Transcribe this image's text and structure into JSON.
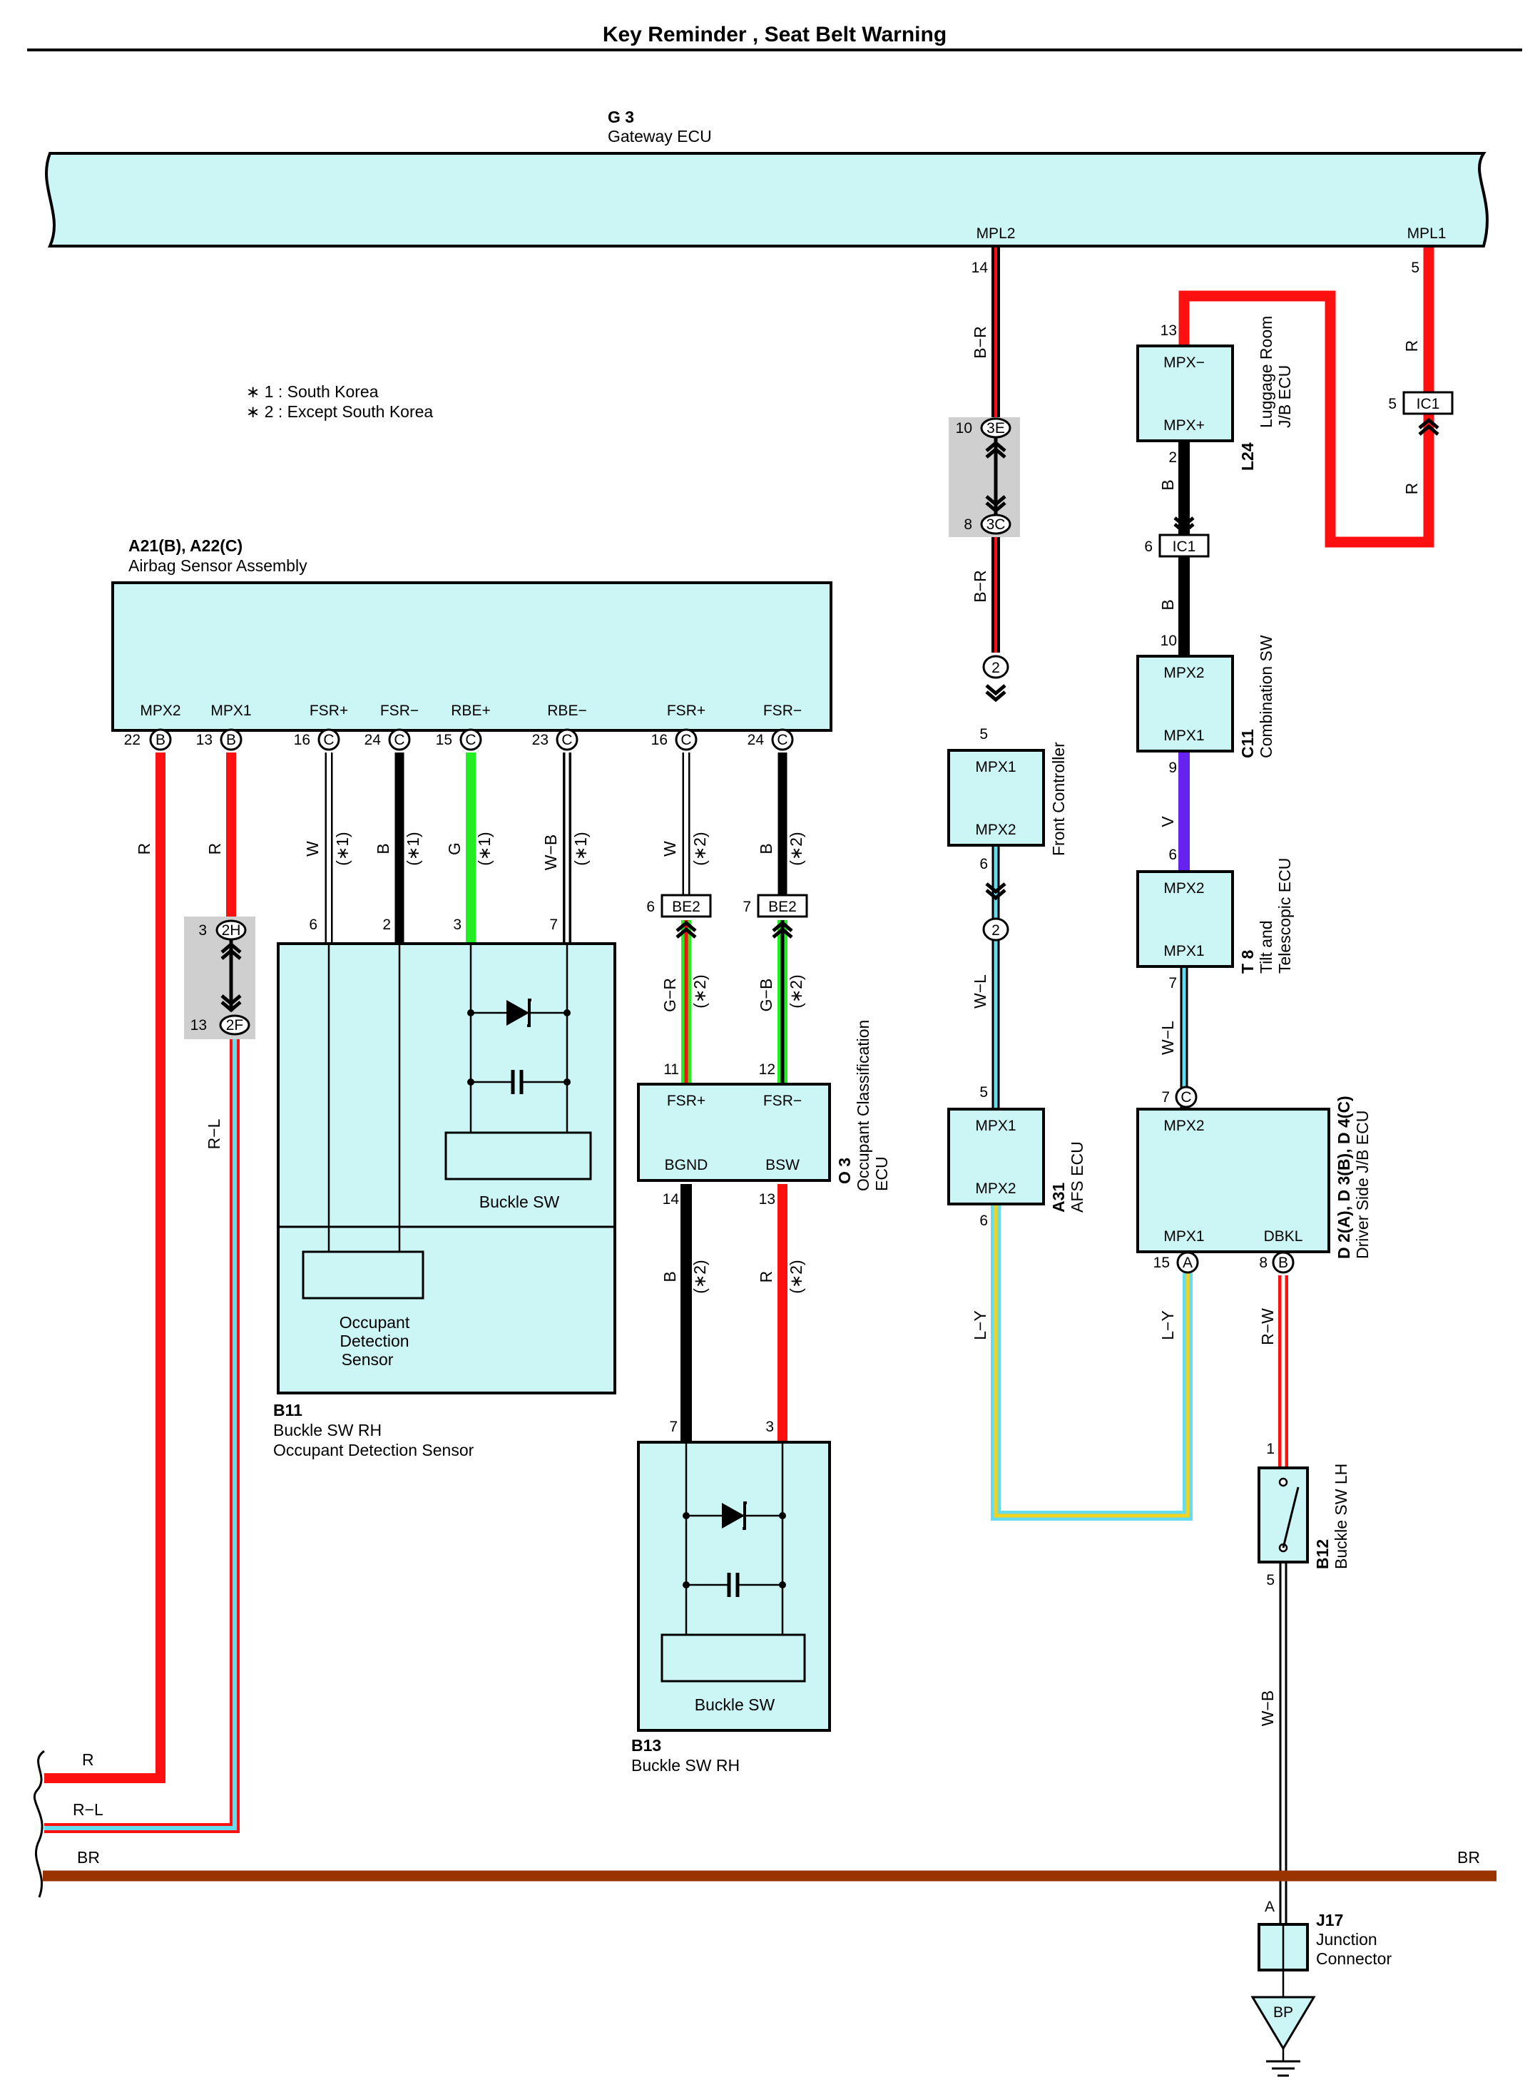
{
  "title": "Key Reminder , Seat Belt Warning",
  "notes": [
    "∗ 1 : South Korea",
    "∗ 2 : Except South Korea"
  ],
  "colors": {
    "component_fill": "#ccf5f5",
    "red": "#ff1010",
    "black": "#000000",
    "green": "#22ee22",
    "violet": "#6622ee",
    "light_blue": "#66ddee",
    "yellow": "#f2d21c",
    "brown": "#993300",
    "connector_gray": "#cfcfcf"
  },
  "components": {
    "gateway": {
      "code": "G 3",
      "name": "Gateway ECU",
      "pins": [
        "MPL2",
        "MPL1"
      ]
    },
    "airbag": {
      "code": "A21(B), A22(C)",
      "name": "Airbag Sensor Assembly",
      "pins": [
        "MPX2",
        "MPX1",
        "FSR+",
        "FSR−",
        "RBE+",
        "RBE−",
        "FSR+",
        "FSR−"
      ]
    },
    "b11": {
      "code": "B11",
      "name1": "Buckle SW RH",
      "name2": "Occupant Detection Sensor",
      "buckle": "Buckle SW",
      "sensor1": "Occupant",
      "sensor2": "Detection",
      "sensor3": "Sensor"
    },
    "o3": {
      "code": "O 3",
      "name1": "Occupant Classification",
      "name2": "ECU",
      "pins": [
        "FSR+",
        "FSR−",
        "BGND",
        "BSW"
      ]
    },
    "b13": {
      "code": "B13",
      "name": "Buckle SW RH",
      "buckle": "Buckle SW"
    },
    "front_controller": {
      "name": "Front Controller",
      "pins": [
        "MPX1",
        "MPX2"
      ]
    },
    "a31": {
      "code": "A31",
      "name": "AFS ECU",
      "pins": [
        "MPX1",
        "MPX2"
      ]
    },
    "l24": {
      "code": "L24",
      "name1": "Luggage Room",
      "name2": "J/B ECU",
      "pins": [
        "MPX−",
        "MPX+"
      ]
    },
    "c11": {
      "code": "C11",
      "name": "Combination SW",
      "pins": [
        "MPX2",
        "MPX1"
      ]
    },
    "t8": {
      "code": "T 8",
      "name1": "Tilt and",
      "name2": "Telescopic ECU",
      "pins": [
        "MPX2",
        "MPX1"
      ]
    },
    "d2": {
      "code": "D 2(A), D 3(B), D 4(C)",
      "name": "Driver Side J/B ECU",
      "pins": [
        "MPX2",
        "MPX1",
        "DBKL"
      ]
    },
    "b12": {
      "code": "B12",
      "name": "Buckle SW LH"
    },
    "j17": {
      "code": "J17",
      "name1": "Junction",
      "name2": "Connector",
      "pin": "A"
    },
    "ground": {
      "label": "BP"
    }
  },
  "wire_labels": {
    "r": "R",
    "rl": "R−L",
    "w": "W",
    "b": "B",
    "g": "G",
    "wb": "W−B",
    "gr": "G−R",
    "gb": "G−B",
    "br_wire": "B−R",
    "wl": "W−L",
    "ly": "L−Y",
    "v": "V",
    "rw": "R−W",
    "brown": "BR",
    "n1": "(∗1)",
    "n2": "(∗2)"
  },
  "connectors": {
    "c2H": "2H",
    "c2F": "2F",
    "c3E": "3E",
    "c3C": "3C",
    "be2": "BE2",
    "ic1": "IC1",
    "c2": "2",
    "B": "B",
    "C": "C",
    "A": "A"
  },
  "pin_numbers": {
    "p22": "22",
    "p13": "13",
    "p16": "16",
    "p24": "24",
    "p15": "15",
    "p23": "23",
    "p6": "6",
    "p2": "2",
    "p3": "3",
    "p7": "7",
    "p11": "11",
    "p12": "12",
    "p14": "14",
    "p5": "5",
    "p10": "10",
    "p8": "8",
    "p9": "9",
    "p1": "1"
  }
}
